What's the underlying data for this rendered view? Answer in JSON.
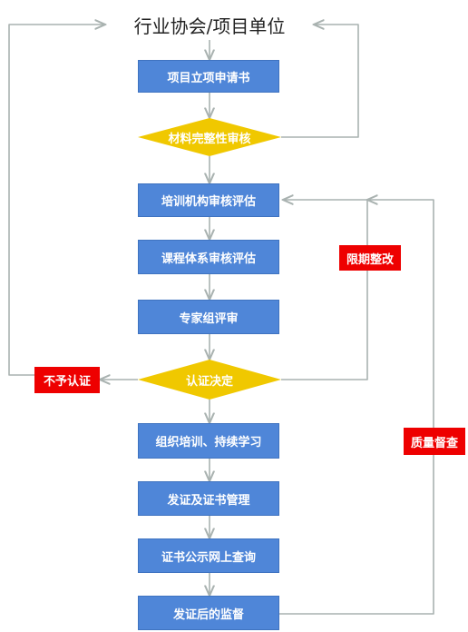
{
  "title": "行业协会/项目单位",
  "steps": [
    "项目立项申请书",
    "材料完整性审核",
    "培训机构审核评估",
    "课程体系审核评估",
    "专家组评审",
    "认证决定",
    "组织培训、持续学习",
    "发证及证书管理",
    "证书公示网上查询",
    "发证后的监督"
  ],
  "labels": {
    "reject": "不予认证",
    "rectify": "限期整改",
    "supervision": "质量督查"
  },
  "colors": {
    "box": "#4f86d8",
    "decision": "#f0c800",
    "label": "#ee0000",
    "connector": "#a9b2b0"
  }
}
